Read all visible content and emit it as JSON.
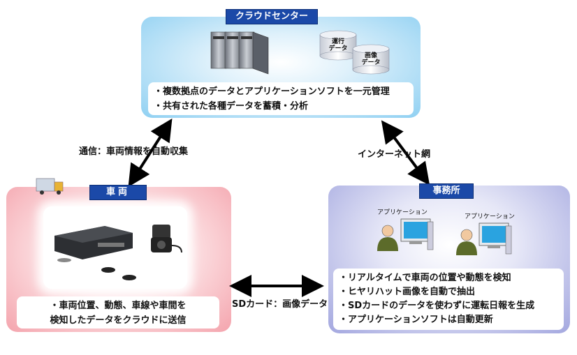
{
  "cloud": {
    "title": "クラウドセンター",
    "db1": "運行\nデータ",
    "db2": "画像\nデータ",
    "bullets": [
      "・複数拠点のデータとアプリケーションソフトを一元管理",
      "・共有された各種データを蓄積・分析"
    ]
  },
  "vehicle": {
    "title": "車両",
    "bullets": [
      "・車両位置、動態、車線や車間を",
      "検知したデータをクラウドに送信"
    ]
  },
  "office": {
    "title": "事務所",
    "app_label_1": "アプリケーション",
    "app_label_2": "アプリケーション",
    "bullets": [
      "・リアルタイムで車両の位置や動態を検知",
      "・ヒヤリハット画像を自動で抽出",
      "・SDカードのデータを使わずに運転日報を生成",
      "・アプリケーションソフトは自動更新"
    ]
  },
  "links": {
    "left": "通信：車両情報を自動収集",
    "right": "インターネット網",
    "bottom": "SDカード：画像データ"
  }
}
